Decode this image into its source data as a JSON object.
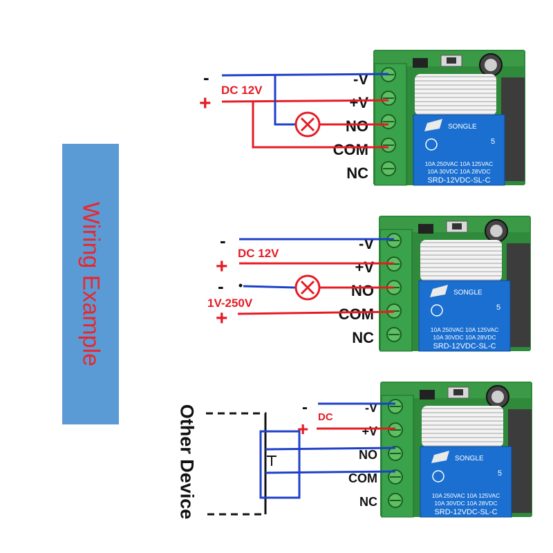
{
  "banner": {
    "title": "Wiring Example",
    "background": "#5b9bd5",
    "text_color": "#e8282e"
  },
  "colors": {
    "negative_wire": "#1f3fc8",
    "positive_wire": "#e51b23",
    "board": "#2f8a3b",
    "terminal": "#3aa24a",
    "relay": "#1b6fd0"
  },
  "terminal_labels": [
    "-V",
    "+V",
    "NO",
    "COM",
    "NC"
  ],
  "relay": {
    "brand": "SONGLE",
    "rating_1": "10A 250VAC  10A 125VAC",
    "rating_2": "10A  30VDC  10A  28VDC",
    "model": "SRD-12VDC-SL-C",
    "ul_mark": "5"
  },
  "diagrams": [
    {
      "minus": "-",
      "plus": "+",
      "supply": "DC 12V"
    },
    {
      "minus": "-",
      "plus": "+",
      "supply": "DC 12V",
      "load_minus": "-",
      "load_plus": "+",
      "load_supply": "1V-250V"
    },
    {
      "minus": "-",
      "plus": "+",
      "supply": "DC",
      "device": "Other Device"
    }
  ]
}
